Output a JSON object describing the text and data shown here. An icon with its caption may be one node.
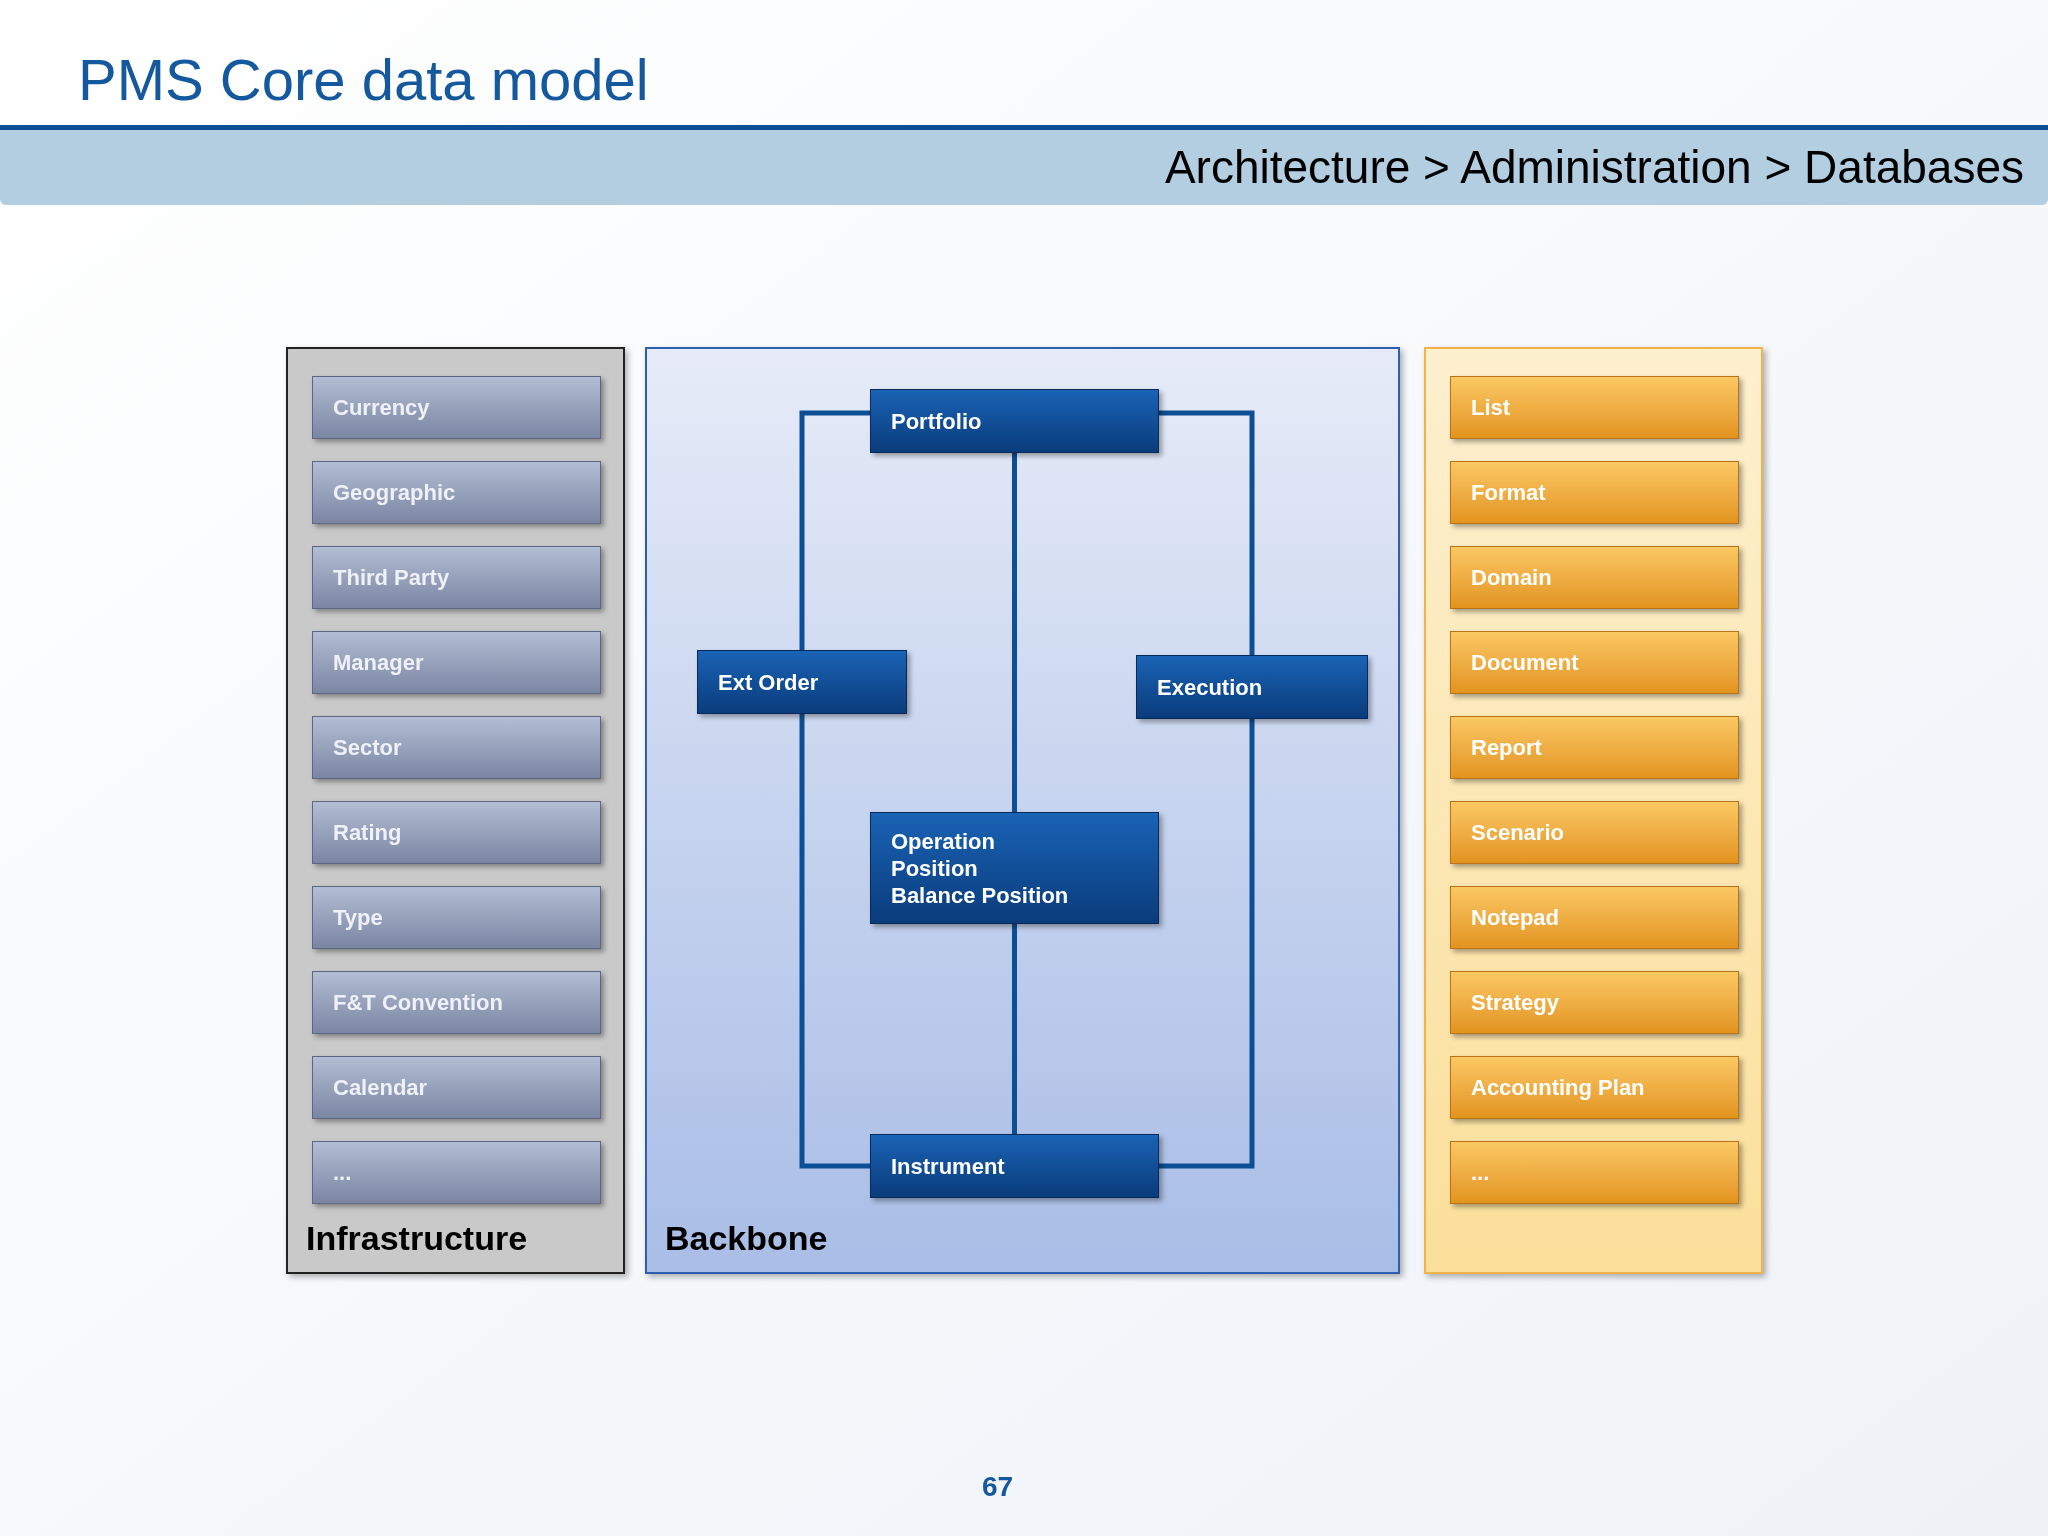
{
  "diagram": {
    "title": "PMS Core data model",
    "nodes": [
      {
        "text": [
          "Infrastructure"
        ]
      },
      {
        "text": [
          "Currency"
        ],
        "in": 0
      },
      {
        "text": [
          "Geographic"
        ],
        "in": 0
      },
      {
        "text": [
          "Third Party"
        ],
        "in": 0
      },
      {
        "text": [
          "Manager"
        ],
        "in": 0
      },
      {
        "text": [
          "Sector"
        ],
        "in": 0
      },
      {
        "text": [
          "Rating"
        ],
        "in": 0
      },
      {
        "text": [
          "Type"
        ],
        "in": 0
      },
      {
        "text": [
          "F&T Convention"
        ],
        "in": 0
      },
      {
        "text": [
          "Calendar"
        ],
        "in": 0
      },
      {
        "text": [
          "..."
        ],
        "in": 0
      },
      {
        "text": [
          "Backbone"
        ]
      },
      {
        "text": [
          "Portfolio"
        ],
        "in": 11
      },
      {
        "text": [
          "Ext Order"
        ],
        "in": 11
      },
      {
        "text": [
          "Execution"
        ],
        "in": 11
      },
      {
        "text": [
          "Operation",
          "Position",
          "Balance Position"
        ],
        "in": 11
      },
      {
        "text": [
          "Instrument"
        ],
        "in": 11
      },
      {
        "text": [],
        "shape": "box"
      },
      {
        "text": [
          "List"
        ],
        "in": 17
      },
      {
        "text": [
          "Format"
        ],
        "in": 17
      },
      {
        "text": [
          "Domain"
        ],
        "in": 17
      },
      {
        "text": [
          "Document"
        ],
        "in": 17
      },
      {
        "text": [
          "Report"
        ],
        "in": 17
      },
      {
        "text": [
          "Scenario"
        ],
        "in": 17
      },
      {
        "text": [
          "Notepad"
        ],
        "in": 17
      },
      {
        "text": [
          "Strategy"
        ],
        "in": 17
      },
      {
        "text": [
          "Accounting Plan"
        ],
        "in": 17
      },
      {
        "text": [
          "..."
        ],
        "in": 17
      }
    ],
    "edges": [
      {
        "from": 12,
        "to": 13,
        "arrow": "none"
      },
      {
        "from": 12,
        "to": 14,
        "arrow": "none"
      },
      {
        "from": 12,
        "to": 15,
        "arrow": "none"
      },
      {
        "from": 15,
        "to": 16,
        "arrow": "none"
      },
      {
        "from": 13,
        "to": 16,
        "arrow": "none"
      },
      {
        "from": 14,
        "to": 16,
        "arrow": "none"
      }
    ],
    "labels": [
      "Architecture > Administration > Databases",
      "67"
    ]
  }
}
